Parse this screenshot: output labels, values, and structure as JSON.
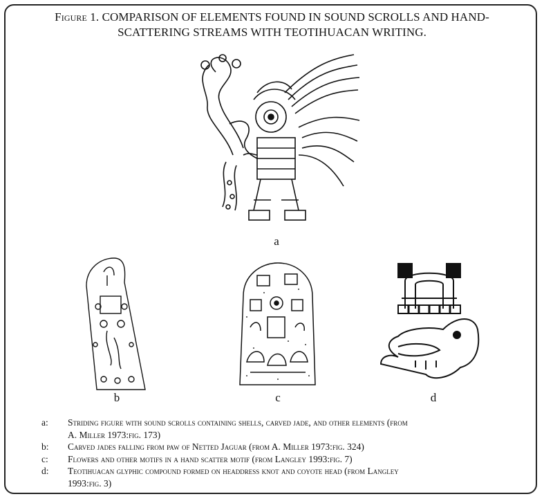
{
  "figure": {
    "label": "Figure 1.",
    "title_line1": "COMPARISON OF ELEMENTS FOUND IN SOUND SCROLLS AND HAND-",
    "title_line2": "SCATTERING STREAMS WITH TEOTIHUACAN WRITING."
  },
  "panels": [
    {
      "letter": "a",
      "icon": "striding-figure-drawing"
    },
    {
      "letter": "b",
      "icon": "carved-jades-drawing"
    },
    {
      "letter": "c",
      "icon": "flowers-motif-drawing"
    },
    {
      "letter": "d",
      "icon": "glyphic-compound-drawing"
    }
  ],
  "captions": [
    {
      "key": "a:",
      "line1": "Striding figure with sound scrolls containing shells, carved jade, and other elements (from",
      "line2": "A. Miller 1973:fig. 173)"
    },
    {
      "key": "b:",
      "line1": "Carved jades falling from paw of Netted Jaguar (from A. Miller 1973:fig. 324)",
      "line2": ""
    },
    {
      "key": "c:",
      "line1": "Flowers and other motifs in a hand scatter motif (from Langley 1993:fig. 7)",
      "line2": ""
    },
    {
      "key": "d:",
      "line1": "Teotihuacan glyphic compound formed on headdress knot and coyote head (from Langley",
      "line2": "1993:fig. 3)"
    }
  ]
}
